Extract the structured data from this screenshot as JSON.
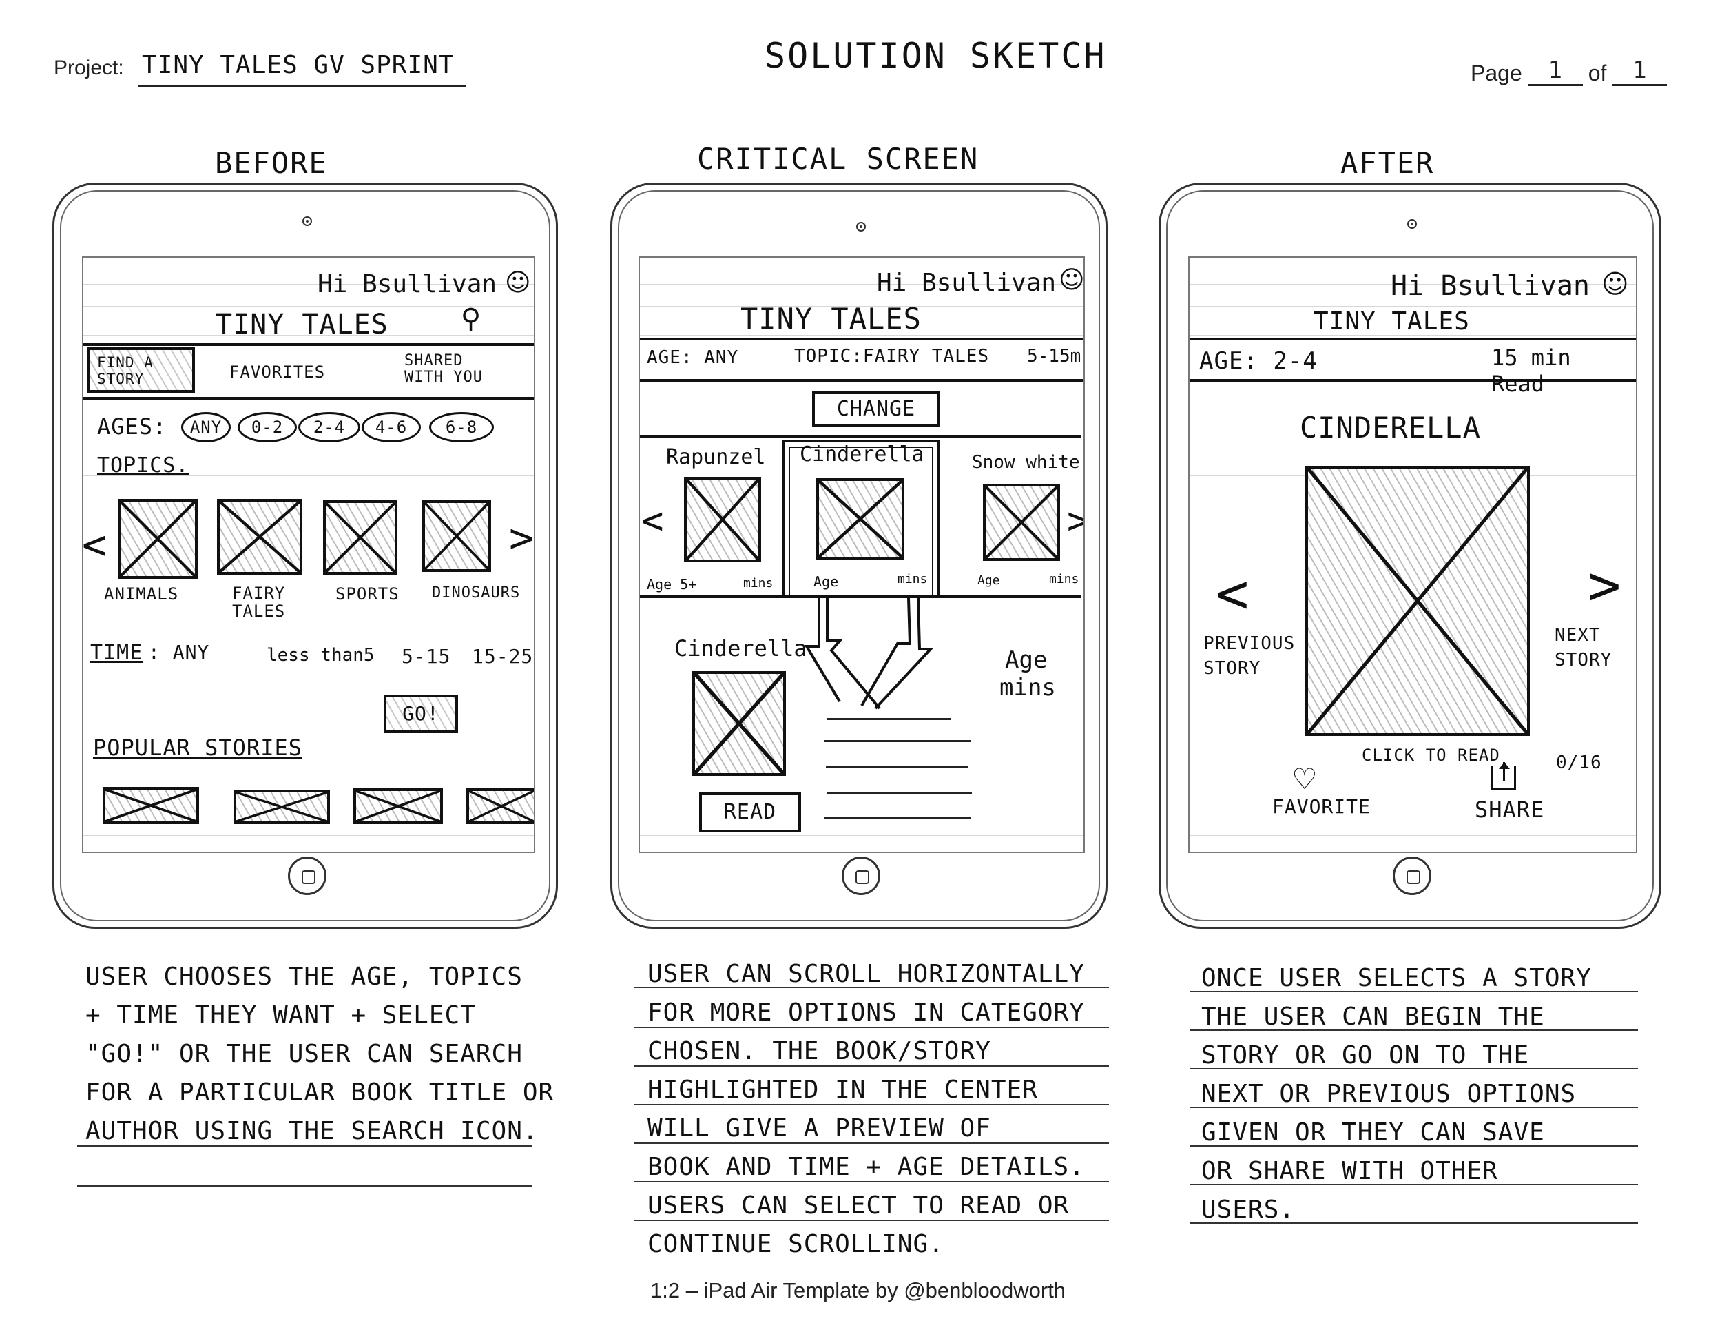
{
  "header": {
    "project_label": "Project:",
    "project_name": "TINY TALES  GV SPRINT",
    "title": "SOLUTION SKETCH",
    "page_label": "Page",
    "page_current": "1",
    "page_of": "of",
    "page_total": "1"
  },
  "before": {
    "title": "BEFORE",
    "greeting": "Hi Bsullivan",
    "app_title": "TINY TALES",
    "tabs": [
      "FIND A STORY",
      "FAVORITES",
      "SHARED WITH YOU"
    ],
    "ages_label": "AGES:",
    "ages": [
      "ANY",
      "0-2",
      "2-4",
      "4-6",
      "6-8"
    ],
    "topics_label": "TOPICS.",
    "topics": [
      "ANIMALS",
      "FAIRY TALES",
      "SPORTS",
      "DINOSAURS"
    ],
    "time_label": "TIME",
    "time_options": [
      ": ANY",
      "less than5",
      "5-15",
      "15-25"
    ],
    "go_label": "GO!",
    "popular_label": "POPULAR STORIES",
    "prev_arrow": "<",
    "next_arrow": ">"
  },
  "critical": {
    "title": "CRITICAL SCREEN",
    "greeting": "Hi Bsullivan",
    "app_title": "TINY TALES",
    "filters": {
      "age": "AGE: ANY",
      "topic": "TOPIC:FAIRY TALES",
      "time": "5-15m"
    },
    "change_label": "CHANGE",
    "carousel": [
      {
        "title": "Rapunzel",
        "age": "Age 5+",
        "mins": "mins"
      },
      {
        "title": "Cinderella",
        "age": "Age",
        "mins": "mins"
      },
      {
        "title": "Snow white",
        "age": "Age",
        "mins": "mins"
      }
    ],
    "preview_title": "Cinderella",
    "preview_meta_age": "Age",
    "preview_meta_mins": "mins",
    "read_label": "READ",
    "prev_arrow": "<",
    "next_arrow": ">"
  },
  "after": {
    "title": "AFTER",
    "greeting": "Hi Bsullivan",
    "app_title": "TINY TALES",
    "age": "AGE: 2-4",
    "read_time": "15 min Read",
    "story_title": "CINDERELLA",
    "prev_label": "PREVIOUS STORY",
    "next_label": "NEXT STORY",
    "click_to_read": "CLICK TO READ",
    "page_count": "0/16",
    "favorite_label": "FAVORITE",
    "share_label": "SHARE",
    "prev_arrow": "<",
    "next_arrow": ">"
  },
  "descriptions": {
    "before": [
      "USER CHOOSES THE AGE, TOPICS",
      "+ TIME THEY WANT + SELECT",
      "\"GO!\" OR THE USER CAN SEARCH",
      "FOR A PARTICULAR BOOK TITLE OR",
      "AUTHOR USING THE SEARCH ICON."
    ],
    "critical": [
      "USER CAN SCROLL HORIZONTALLY",
      "FOR MORE OPTIONS IN CATEGORY",
      "CHOSEN. THE BOOK/STORY",
      "HIGHLIGHTED IN THE CENTER",
      "WILL GIVE A PREVIEW OF",
      "BOOK AND TIME + AGE DETAILS.",
      "USERS CAN SELECT TO READ OR",
      "CONTINUE SCROLLING."
    ],
    "after": [
      "ONCE USER SELECTS A STORY",
      "THE USER CAN BEGIN THE",
      "STORY OR GO ON TO THE",
      "NEXT OR PREVIOUS OPTIONS",
      "GIVEN OR THEY CAN SAVE",
      "OR SHARE WITH OTHER",
      "USERS."
    ]
  },
  "footer": "1:2 – iPad Air Template by @benbloodworth"
}
